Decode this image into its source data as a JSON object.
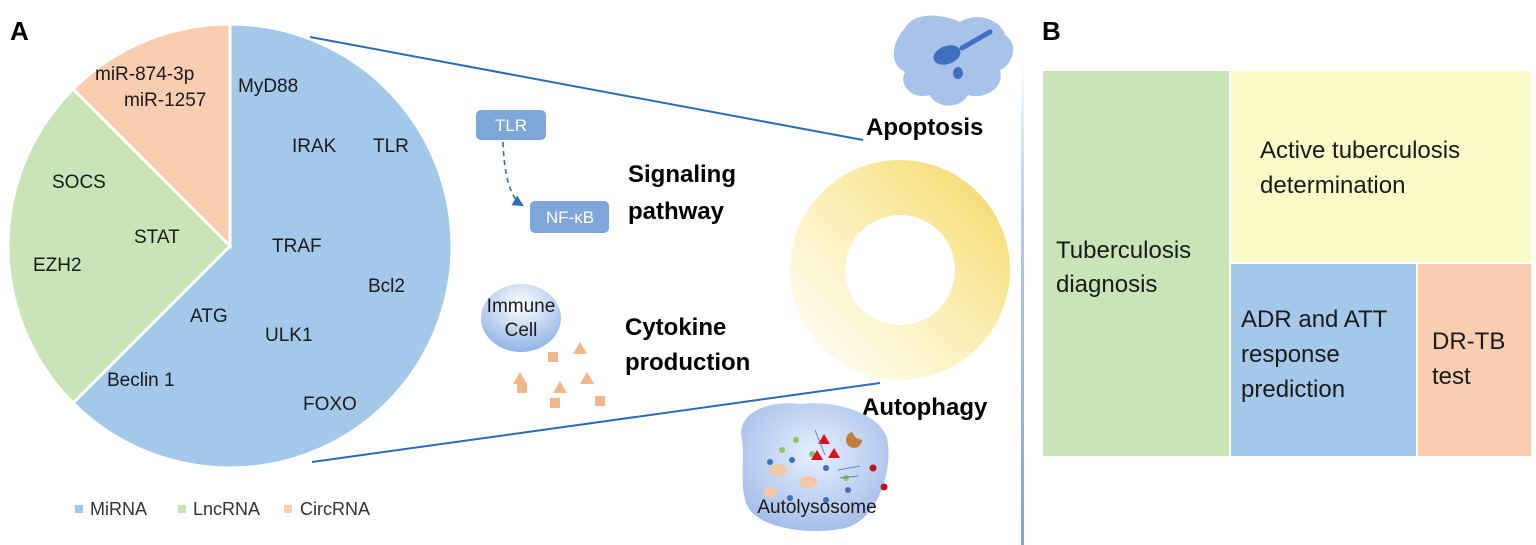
{
  "panel_a": {
    "letter": "A",
    "pie": {
      "slices": [
        {
          "name": "MiRNA",
          "value": 62.5,
          "color": "#a3c8ea"
        },
        {
          "name": "LncRNA",
          "value": 25.0,
          "color": "#c9e5b7"
        },
        {
          "name": "CircRNA",
          "value": 12.5,
          "color": "#f9cdb0"
        }
      ]
    },
    "mirna_targets": [
      "MyD88",
      "IRAK",
      "TLR",
      "TRAF",
      "Bcl2",
      "ATG",
      "ULK1",
      "Beclin 1",
      "FOXO"
    ],
    "lncrna_targets": [
      "SOCS",
      "STAT",
      "EZH2"
    ],
    "circrna_targets": [
      "miR-874-3p",
      "miR-1257"
    ],
    "legend": [
      "MiRNA",
      "LncRNA",
      "CircRNA"
    ],
    "pathway": {
      "chip_1": "TLR",
      "chip_2": "NF-κB",
      "title_line1": "Signaling",
      "title_line2": "pathway"
    },
    "cytokine": {
      "cell_line1": "Immune",
      "cell_line2": "Cell",
      "title_line1": "Cytokine",
      "title_line2": "production"
    },
    "apoptosis": "Apoptosis",
    "autophagy": "Autophagy",
    "autolysosome": "Autolysosome"
  },
  "panel_b": {
    "letter": "B",
    "treemap": [
      {
        "id": "tb-diagnosis",
        "lines": [
          "Tuberculosis",
          "diagnosis"
        ],
        "color": "#c9e5b7"
      },
      {
        "id": "active-tb",
        "lines": [
          "Active tuberculosis",
          "determination"
        ],
        "color": "#fafac8"
      },
      {
        "id": "adr-att",
        "lines": [
          "ADR and ATT",
          "response",
          "prediction"
        ],
        "color": "#a3c8ea"
      },
      {
        "id": "dr-tb",
        "lines": [
          "DR-TB",
          "test"
        ],
        "color": "#f9cdb0"
      }
    ]
  },
  "colors": {
    "chip": "#7ea6d9",
    "line": "#2b6cb8",
    "ring": "#f8e07e",
    "cytokine": "#f2b68a",
    "divider": "#9fbde0"
  }
}
